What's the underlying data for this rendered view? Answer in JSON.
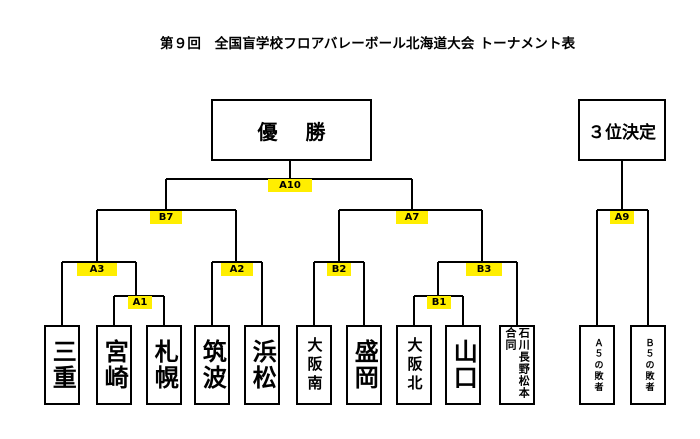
{
  "title": "第９回　全国盲学校フロアバレーボール北海道大会 トーナメント表",
  "champion_label": "優勝",
  "third_place_label": "３位決定",
  "match_labels": {
    "A10": "A10",
    "B7": "B7",
    "A7": "A7",
    "A3": "A3",
    "A1": "A1",
    "A2": "A2",
    "B2": "B2",
    "B3": "B3",
    "B1": "B1",
    "A9": "A9"
  },
  "teams": [
    {
      "name": "三重"
    },
    {
      "name": "宮崎"
    },
    {
      "name": "札幌"
    },
    {
      "name": "筑波"
    },
    {
      "name": "浜松"
    },
    {
      "name": "大阪南"
    },
    {
      "name": "盛岡"
    },
    {
      "name": "大阪北"
    },
    {
      "name": "山口"
    },
    {
      "name": "石川長野松本合同"
    },
    {
      "name": "Ａ５の敗者"
    },
    {
      "name": "Ｂ５の敗者"
    }
  ],
  "colors": {
    "label_highlight": "#ffee00",
    "line": "#000000"
  }
}
